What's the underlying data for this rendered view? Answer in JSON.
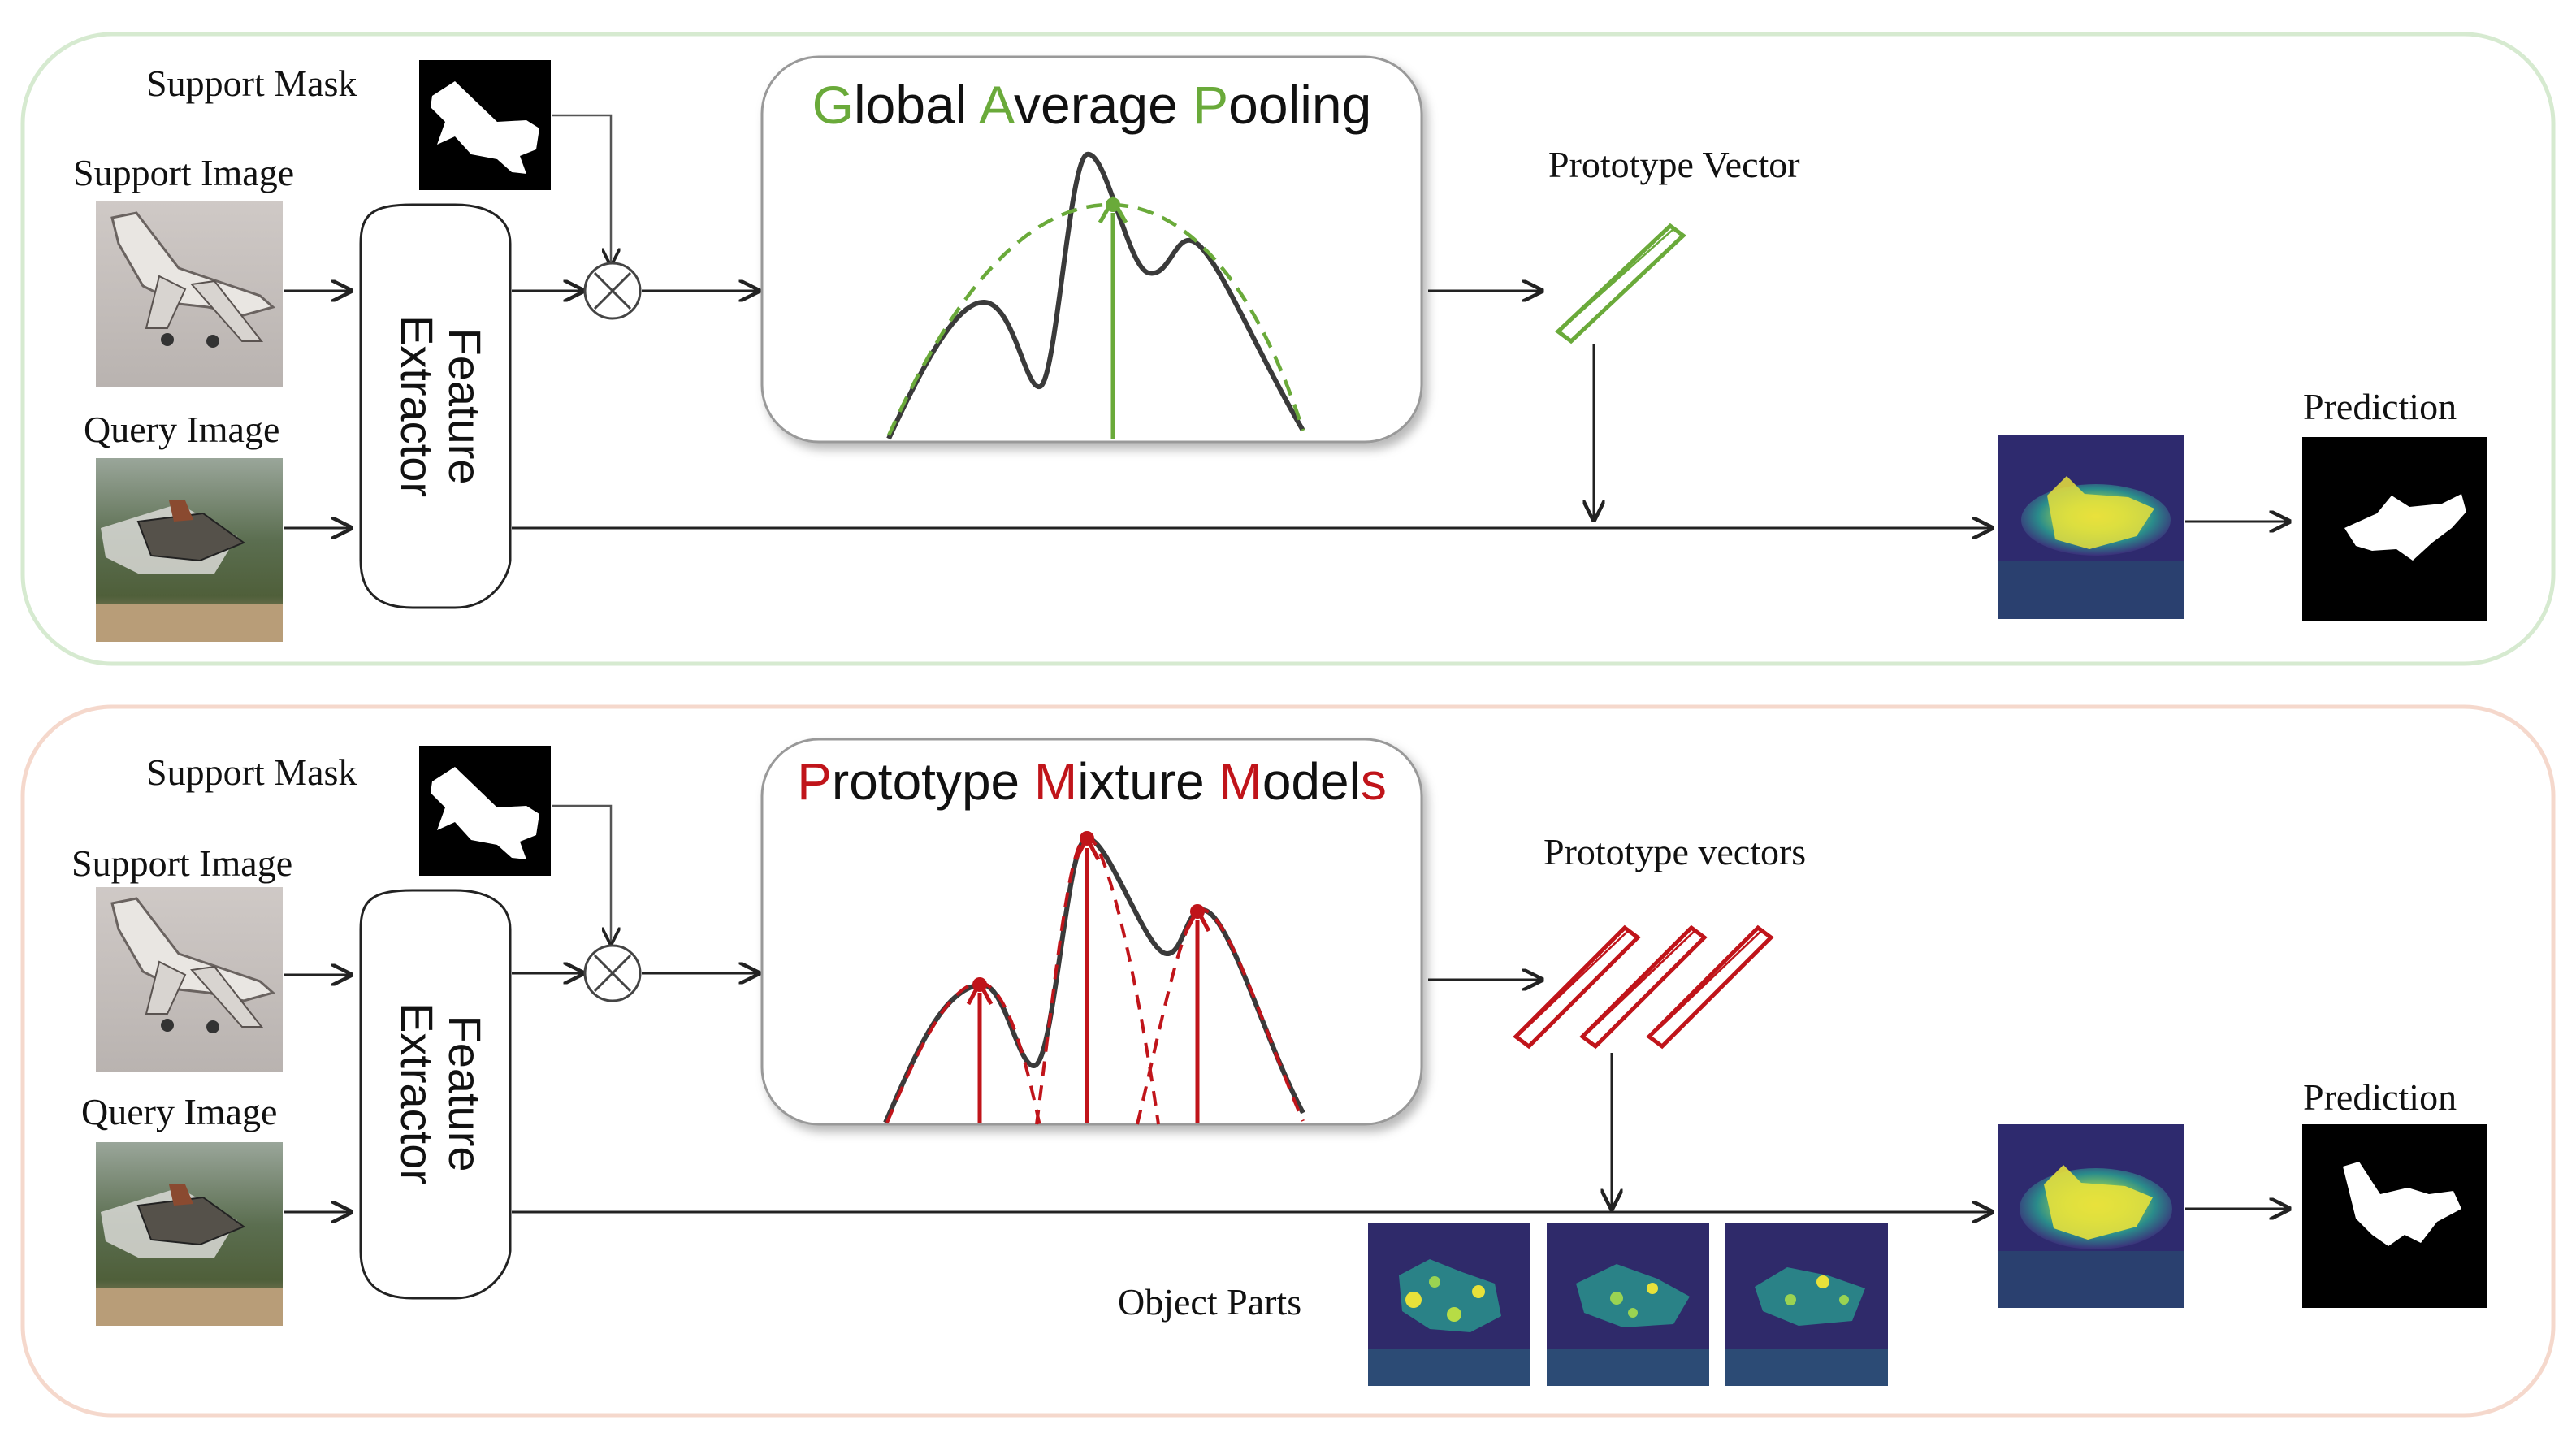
{
  "top_panel": {
    "support_mask_label": "Support Mask",
    "support_image_label": "Support Image",
    "query_image_label": "Query Image",
    "feature_extractor_line1": "Feature",
    "feature_extractor_line2": "Extractor",
    "pooling_title": {
      "parts": [
        {
          "text": "G",
          "accent": true
        },
        {
          "text": "lobal ",
          "accent": false
        },
        {
          "text": "A",
          "accent": true
        },
        {
          "text": "verage ",
          "accent": false
        },
        {
          "text": "P",
          "accent": true
        },
        {
          "text": "ooling",
          "accent": false
        }
      ]
    },
    "prototype_label": "Prototype Vector",
    "prediction_label": "Prediction",
    "accent_color": "#6aaa3a",
    "panel_border_color": "#d6ead0"
  },
  "bottom_panel": {
    "support_mask_label": "Support Mask",
    "support_image_label": "Support Image",
    "query_image_label": "Query Image",
    "feature_extractor_line1": "Feature",
    "feature_extractor_line2": "Extractor",
    "pooling_title": {
      "parts": [
        {
          "text": "P",
          "accent": true
        },
        {
          "text": "rototype ",
          "accent": false
        },
        {
          "text": "M",
          "accent": true
        },
        {
          "text": "ixture ",
          "accent": false
        },
        {
          "text": "M",
          "accent": true
        },
        {
          "text": "odel",
          "accent": false
        },
        {
          "text": "s",
          "accent": true
        }
      ]
    },
    "prototype_label": "Prototype vectors",
    "object_parts_label": "Object Parts",
    "prediction_label": "Prediction",
    "accent_color": "#c0141a",
    "panel_border_color": "#f5d8cc"
  }
}
